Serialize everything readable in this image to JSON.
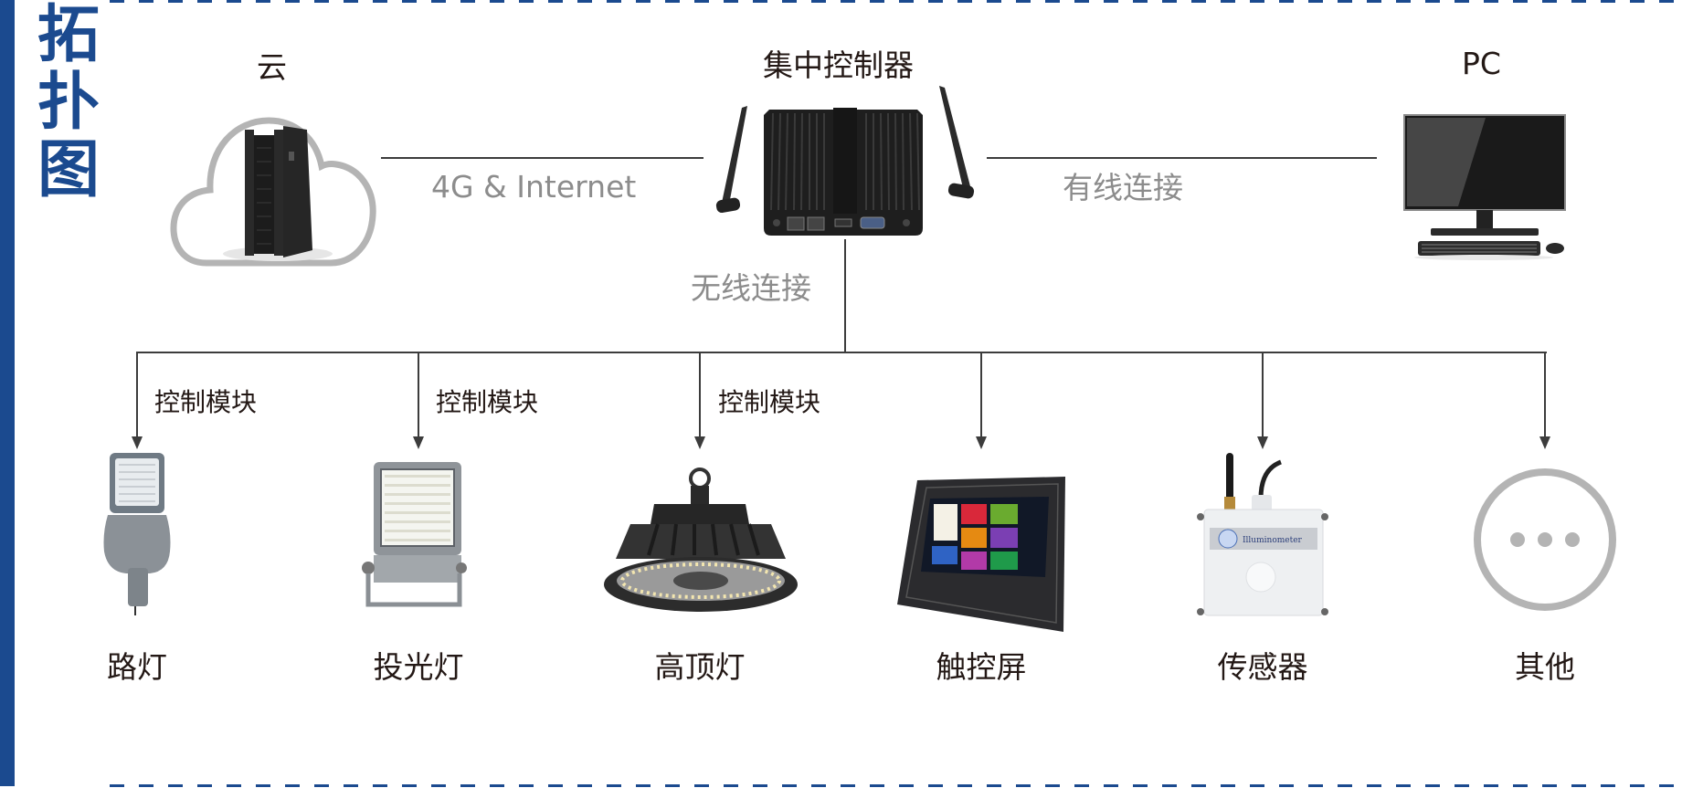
{
  "title": {
    "chars": [
      "拓",
      "扑",
      "图"
    ],
    "color": "#1b4a8f"
  },
  "top_nodes": {
    "cloud": {
      "label": "云",
      "icon": "cloud-server-icon"
    },
    "controller": {
      "label": "集中控制器",
      "icon": "mini-pc-controller-icon"
    },
    "pc": {
      "label": "PC",
      "icon": "desktop-computer-icon"
    }
  },
  "connections": {
    "cloud_to_controller": "4G & Internet",
    "controller_to_pc": "有线连接",
    "controller_to_devices": "无线连接"
  },
  "devices": [
    {
      "label": "路灯",
      "module_label": "控制模块",
      "icon": "street-light-icon"
    },
    {
      "label": "投光灯",
      "module_label": "控制模块",
      "icon": "flood-light-icon"
    },
    {
      "label": "高顶灯",
      "module_label": "控制模块",
      "icon": "high-bay-light-icon"
    },
    {
      "label": "触控屏",
      "module_label": "",
      "icon": "touchscreen-icon"
    },
    {
      "label": "传感器",
      "module_label": "",
      "icon": "illuminance-sensor-icon",
      "device_text": "Illuminometer"
    },
    {
      "label": "其他",
      "module_label": "",
      "icon": "more-icon"
    }
  ],
  "colors": {
    "accent": "#1b4a8f",
    "line": "#3c3c3c",
    "connection_text": "#8c8c8c",
    "label_text": "#231815",
    "cloud_outline": "#b4b4b4"
  }
}
